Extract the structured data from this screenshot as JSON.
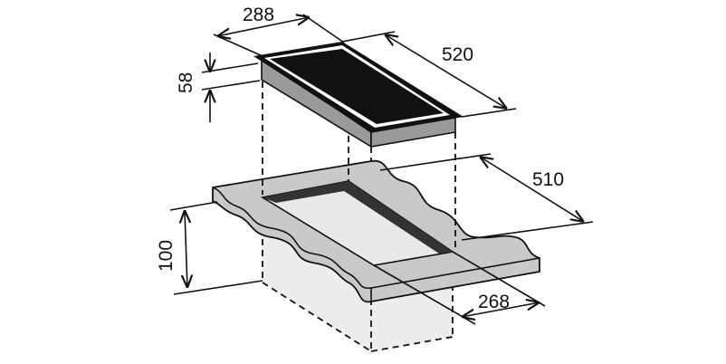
{
  "dimensions": {
    "hob_width": "288",
    "hob_depth": "520",
    "hob_height": "58",
    "cutout_depth": "510",
    "countertop_min_thickness": "100",
    "cutout_width": "268"
  },
  "colors": {
    "hob_glass": "#111111",
    "hob_frame": "#9a9a9a",
    "countertop": "#c8c8c8",
    "cutout_wall": "#333333",
    "cabinet_fill": "#ececec"
  }
}
